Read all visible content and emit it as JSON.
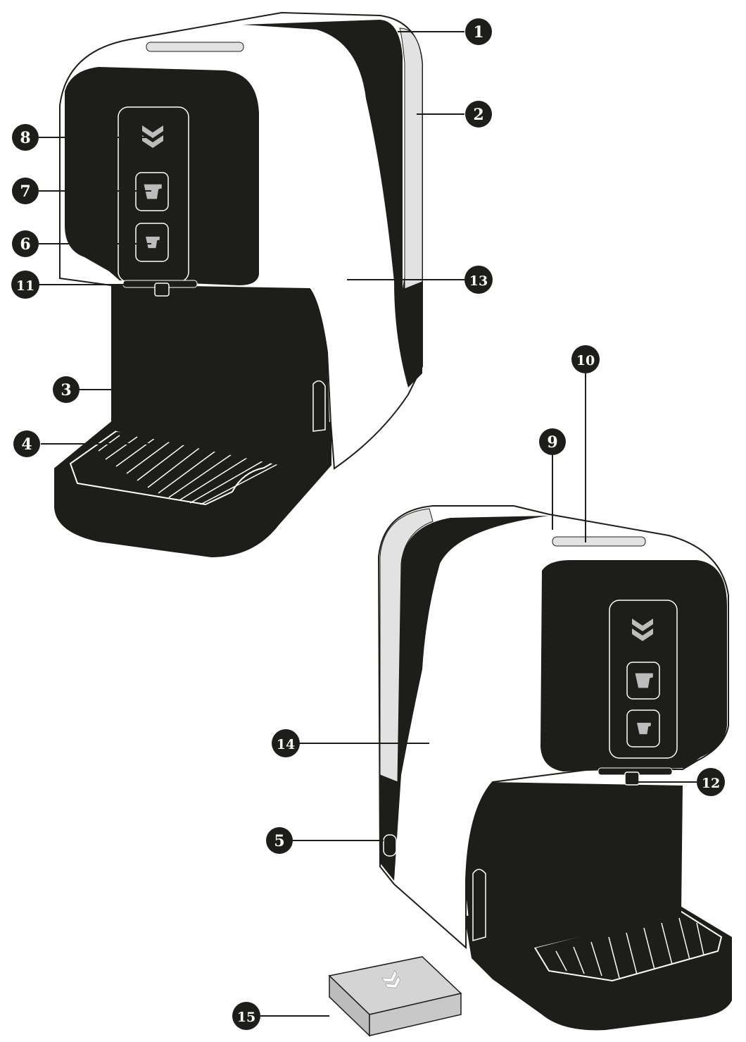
{
  "colors": {
    "body_black": "#1d1d1b",
    "shell_white": "#ffffff",
    "shell_grey": "#e2e2e2",
    "button_grey": "#bcbcbc",
    "outline": "#1d1d1b",
    "cover_grey": "#d4d4d4"
  },
  "icons": {
    "strength": "double-chevron-icon",
    "cup_large": "large-cup-icon",
    "cup_small": "small-cup-icon"
  },
  "callouts": [
    {
      "id": "c1",
      "label": "1"
    },
    {
      "id": "c2",
      "label": "2"
    },
    {
      "id": "c3",
      "label": "3"
    },
    {
      "id": "c4",
      "label": "4"
    },
    {
      "id": "c5",
      "label": "5"
    },
    {
      "id": "c6",
      "label": "6"
    },
    {
      "id": "c7",
      "label": "7"
    },
    {
      "id": "c8",
      "label": "8"
    },
    {
      "id": "c9",
      "label": "9"
    },
    {
      "id": "c10",
      "label": "10"
    },
    {
      "id": "c11",
      "label": "11"
    },
    {
      "id": "c12",
      "label": "12"
    },
    {
      "id": "c13",
      "label": "13"
    },
    {
      "id": "c14",
      "label": "14"
    },
    {
      "id": "c15",
      "label": "15"
    }
  ]
}
